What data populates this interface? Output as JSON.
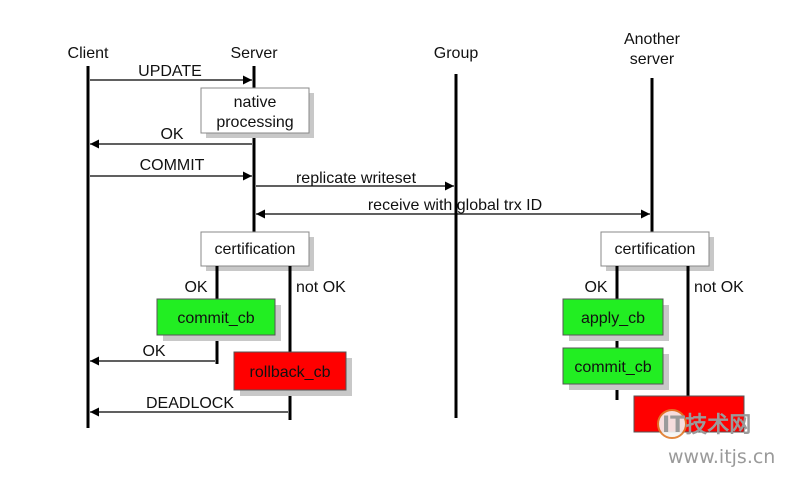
{
  "actors": {
    "client": "Client",
    "server": "Server",
    "group": "Group",
    "another_line1": "Another",
    "another_line2": "server"
  },
  "messages": {
    "update": "UPDATE",
    "ok_native": "OK",
    "commit": "COMMIT",
    "replicate": "replicate writeset",
    "receive": "receive with  global trx ID",
    "ok_commit": "OK",
    "deadlock": "DEADLOCK"
  },
  "boxes": {
    "native_line1": "native",
    "native_line2": "processing",
    "certification_server": "certification",
    "certification_another": "certification",
    "commit_cb_server": "commit_cb",
    "rollback_cb": "rollback_cb",
    "apply_cb": "apply_cb",
    "commit_cb_another": "commit_cb"
  },
  "branches": {
    "server_ok": "OK",
    "server_not_ok": "not OK",
    "another_ok": "OK",
    "another_not_ok": "not OK"
  },
  "watermark": {
    "logo_text": "IT技术网",
    "url": "www.itjs.cn"
  },
  "colors": {
    "ok_fill": "#22ee22",
    "fail_fill": "#ff0000",
    "line": "#000000",
    "box_border": "#888888",
    "shadow": "#c8c8c8"
  }
}
